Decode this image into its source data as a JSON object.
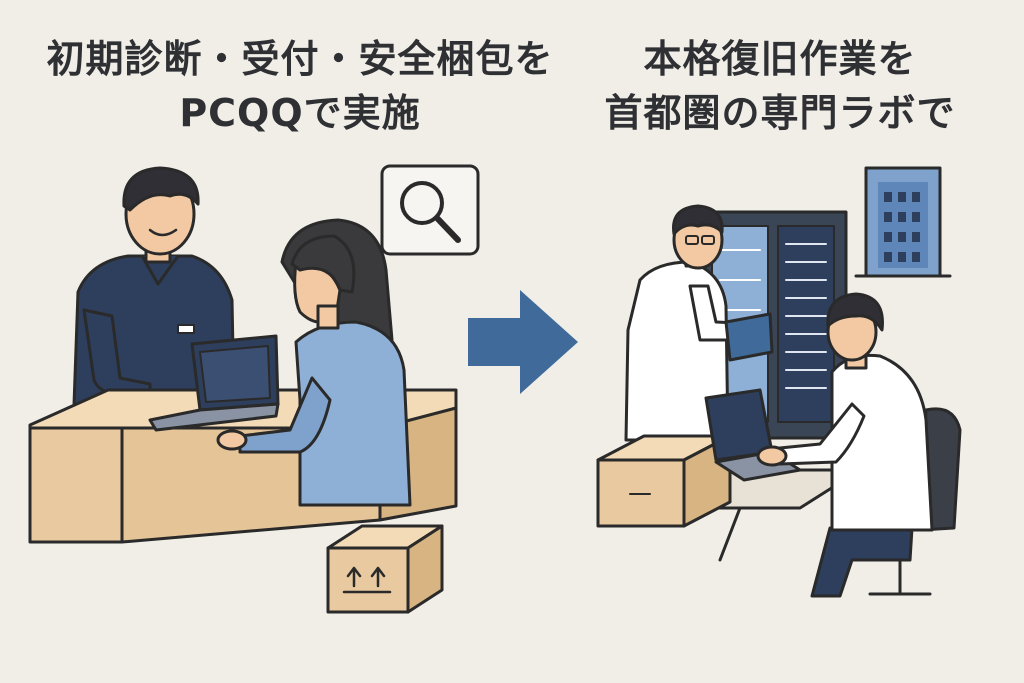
{
  "left_panel": {
    "title_line1": "初期診断・受付・安全梱包を",
    "title_line2": "PCQQで実施"
  },
  "right_panel": {
    "title_line1": "本格復旧作業を",
    "title_line2": "首都圏の専門ラボで"
  },
  "icons": {
    "magnifier": "magnifier-icon",
    "arrow": "right-arrow-icon",
    "building": "building-icon",
    "box_arrows": "this-side-up-icon"
  },
  "colors": {
    "background": "#f1eee8",
    "navy": "#2d3f5c",
    "blue_arrow": "#3f6a9a",
    "box": "#e9caa0",
    "skin": "#f2c9a2",
    "light_blue": "#8fb0d6"
  }
}
